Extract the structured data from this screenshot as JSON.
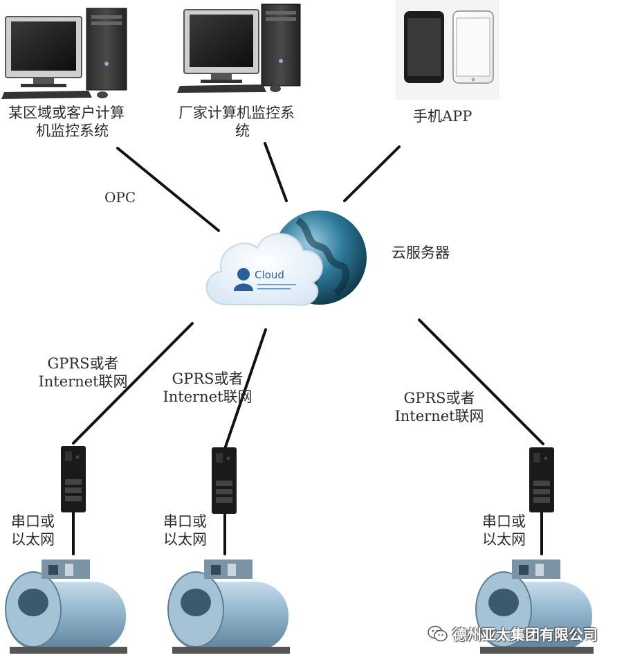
{
  "nodes": {
    "client_pc": {
      "label_line1": "某区域或客户计算",
      "label_line2": "机监控系统"
    },
    "vendor_pc": {
      "label_line1": "厂家计算机监控系",
      "label_line2": "统"
    },
    "mobile_app": {
      "label": "手机APP"
    },
    "cloud_server": {
      "label": "云服务器",
      "logo_text": "Cloud"
    }
  },
  "edges": {
    "opc": {
      "label": "OPC"
    },
    "net_left": {
      "label_line1": "GPRS或者",
      "label_line2": "Internet联网"
    },
    "net_mid": {
      "label_line1": "GPRS或者",
      "label_line2": "Internet联网"
    },
    "net_right": {
      "label_line1": "GPRS或者",
      "label_line2": "Internet联网"
    },
    "serial_left": {
      "label_line1": "串口或",
      "label_line2": "以太网"
    },
    "serial_mid": {
      "label_line1": "串口或",
      "label_line2": "以太网"
    },
    "serial_right": {
      "label_line1": "串口或",
      "label_line2": "以太网"
    }
  },
  "watermark": {
    "text": "德州亚太集团有限公司",
    "icon": "wechat-icon"
  },
  "colors": {
    "line": "#111111",
    "boiler": "#8fb4cc",
    "cloud": "#e8f2fb",
    "globe": "#2a6d8a"
  }
}
